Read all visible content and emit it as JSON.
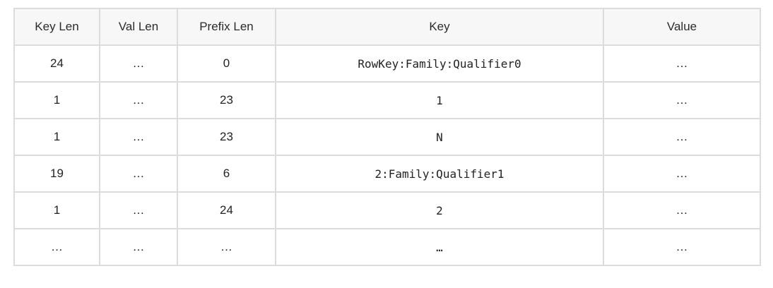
{
  "colors": {
    "page_bg": "#ffffff",
    "header_bg": "#f7f7f7",
    "border": "#dcdcdc",
    "text": "#232323"
  },
  "table": {
    "columns": [
      "Key Len",
      "Val Len",
      "Prefix Len",
      "Key",
      "Value"
    ],
    "rows": [
      [
        "24",
        "…",
        "0",
        "RowKey:Family:Qualifier0",
        "…"
      ],
      [
        "1",
        "…",
        "23",
        "1",
        "…"
      ],
      [
        "1",
        "…",
        "23",
        "N",
        "…"
      ],
      [
        "19",
        "…",
        "6",
        "2:Family:Qualifier1",
        "…"
      ],
      [
        "1",
        "…",
        "24",
        "2",
        "…"
      ],
      [
        "…",
        "…",
        "…",
        "…",
        "…"
      ]
    ]
  },
  "chart_data": {
    "type": "table",
    "title": "",
    "columns": [
      "Key Len",
      "Val Len",
      "Prefix Len",
      "Key",
      "Value"
    ],
    "rows": [
      [
        "24",
        "…",
        "0",
        "RowKey:Family:Qualifier0",
        "…"
      ],
      [
        "1",
        "…",
        "23",
        "1",
        "…"
      ],
      [
        "1",
        "…",
        "23",
        "N",
        "…"
      ],
      [
        "19",
        "…",
        "6",
        "2:Family:Qualifier1",
        "…"
      ],
      [
        "1",
        "…",
        "24",
        "2",
        "…"
      ],
      [
        "…",
        "…",
        "…",
        "…",
        "…"
      ]
    ],
    "layout_hints": {
      "header_background": "#f7f7f7",
      "grid": true,
      "cell_alignment": "center",
      "key_column_font": "monospace"
    }
  }
}
